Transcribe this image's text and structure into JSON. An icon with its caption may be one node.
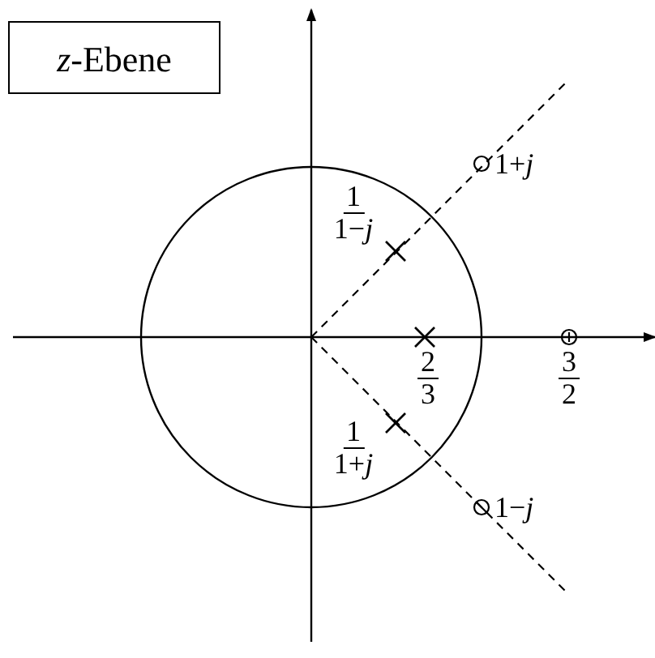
{
  "diagram": {
    "title": "*z*-Ebene",
    "labels": [
      "1+*j*",
      "1",
      "1−*j*",
      "2",
      "3",
      "3",
      "2",
      "1",
      "1+*j*",
      "1−*j*"
    ]
  }
}
